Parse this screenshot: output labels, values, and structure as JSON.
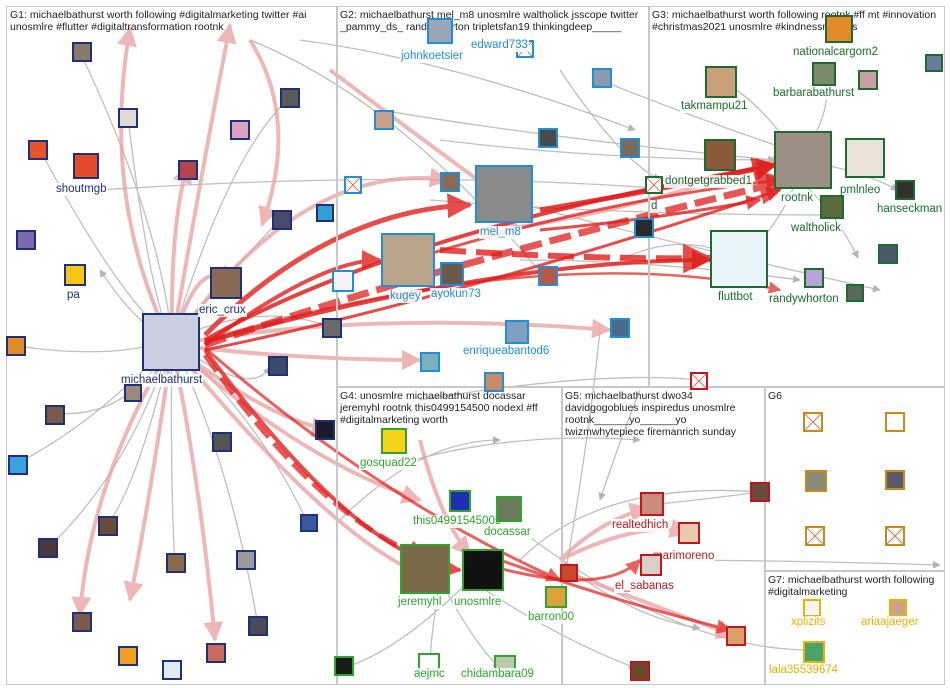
{
  "colors": {
    "G1": "#1f2f7a",
    "G2": "#1f8fd6",
    "G3": "#1d6b2e",
    "G4": "#2fa52f",
    "G5": "#c0161e",
    "G6": "#c78b18",
    "G7": "#e6b400",
    "edge_strong": "#e0201e",
    "edge_light": "#e8a0a0",
    "edge_gray": "#a8a8a8"
  },
  "groups": [
    {
      "id": "G1",
      "label": "G1: michaelbathurst worth following #digitalmarketing twitter #ai unosmlre #flutter #digitaltransformation rootnk"
    },
    {
      "id": "G2",
      "label": "G2: michaelbathurst mel_m8 unosmlre waltholick jsscope twitter _pammy_ds_ randywhorton tripletsfan19 thinkingdeep_____"
    },
    {
      "id": "G3",
      "label": "G3: michaelbathurst worth following rootnk #ff mt #innovation #christmas2021 unosmlre #kindnessmatters"
    },
    {
      "id": "G4",
      "label": "G4: unosmlre michaelbathurst docassar jeremyhl rootnk this0499154500 nodexl #ff #digitalmarketing worth"
    },
    {
      "id": "G5",
      "label": "G5: michaelbathurst dwo34 davidgogoblues inspiredus unosmlre rootnk______yo______yo twizmwhytepiece firemanrich sunday"
    },
    {
      "id": "G6",
      "label": "G6"
    },
    {
      "id": "G7",
      "label": "G7: michaelbathurst worth following #digitalmarketing"
    }
  ],
  "labeled_nodes": [
    {
      "id": "michaelbathurst",
      "label": "michaelbathurst",
      "group": "G1"
    },
    {
      "id": "shoutmgb",
      "label": "shoutmgb",
      "group": "G1"
    },
    {
      "id": "pa",
      "label": "pa",
      "group": "G1"
    },
    {
      "id": "eric_crux",
      "label": "eric_crux",
      "group": "G1"
    },
    {
      "id": "johnkoetsier",
      "label": "johnkoetsier",
      "group": "G2"
    },
    {
      "id": "edward733",
      "label": "edward733",
      "group": "G2"
    },
    {
      "id": "mel_m8",
      "label": "mel_m8",
      "group": "G2"
    },
    {
      "id": "kugey",
      "label": "kugey",
      "group": "G2"
    },
    {
      "id": "ayokun73",
      "label": "ayokun73",
      "group": "G2"
    },
    {
      "id": "enriqueabantod6",
      "label": "enriqueabantod6",
      "group": "G2"
    },
    {
      "id": "nationalcargom2",
      "label": "nationalcargom2",
      "group": "G3"
    },
    {
      "id": "barbarabathurst",
      "label": "barbarabathurst",
      "group": "G3"
    },
    {
      "id": "takmampu21",
      "label": "takmampu21",
      "group": "G3"
    },
    {
      "id": "dontgetgrabbed1",
      "label": "dontgetgrabbed1",
      "group": "G3"
    },
    {
      "id": "rootnk",
      "label": "rootnk",
      "group": "G3"
    },
    {
      "id": "pmlnleo",
      "label": "pmlnleo",
      "group": "G3"
    },
    {
      "id": "hanseckman",
      "label": "hanseckman",
      "group": "G3"
    },
    {
      "id": "waltholick",
      "label": "waltholick",
      "group": "G3"
    },
    {
      "id": "fluttbot",
      "label": "fluttbot",
      "group": "G3"
    },
    {
      "id": "randywhorton",
      "label": "randywhorton",
      "group": "G3"
    },
    {
      "id": "d",
      "label": "d",
      "group": "G3"
    },
    {
      "id": "gosquad22",
      "label": "gosquad22",
      "group": "G4"
    },
    {
      "id": "this0499154500",
      "label": "this04991545005",
      "group": "G4"
    },
    {
      "id": "docassar",
      "label": "docassar",
      "group": "G4"
    },
    {
      "id": "jeremyhl",
      "label": "jeremyhl",
      "group": "G4"
    },
    {
      "id": "unosmlre",
      "label": "unosmlre",
      "group": "G4"
    },
    {
      "id": "barron00",
      "label": "barron00",
      "group": "G4"
    },
    {
      "id": "aejmc",
      "label": "aejmc",
      "group": "G4"
    },
    {
      "id": "chidambara09",
      "label": "chidambara09",
      "group": "G4"
    },
    {
      "id": "realtedhich",
      "label": "realtedhich",
      "group": "G5"
    },
    {
      "id": "marimoreno",
      "label": "marimoreno",
      "group": "G5"
    },
    {
      "id": "el_sabanas",
      "label": "el_sabanas",
      "group": "G5"
    },
    {
      "id": "xplizits",
      "label": "xplizits",
      "group": "G7"
    },
    {
      "id": "ariaajaeger",
      "label": "ariaajaeger",
      "group": "G7"
    },
    {
      "id": "lala35539674",
      "label": "lala35539674",
      "group": "G7"
    }
  ]
}
